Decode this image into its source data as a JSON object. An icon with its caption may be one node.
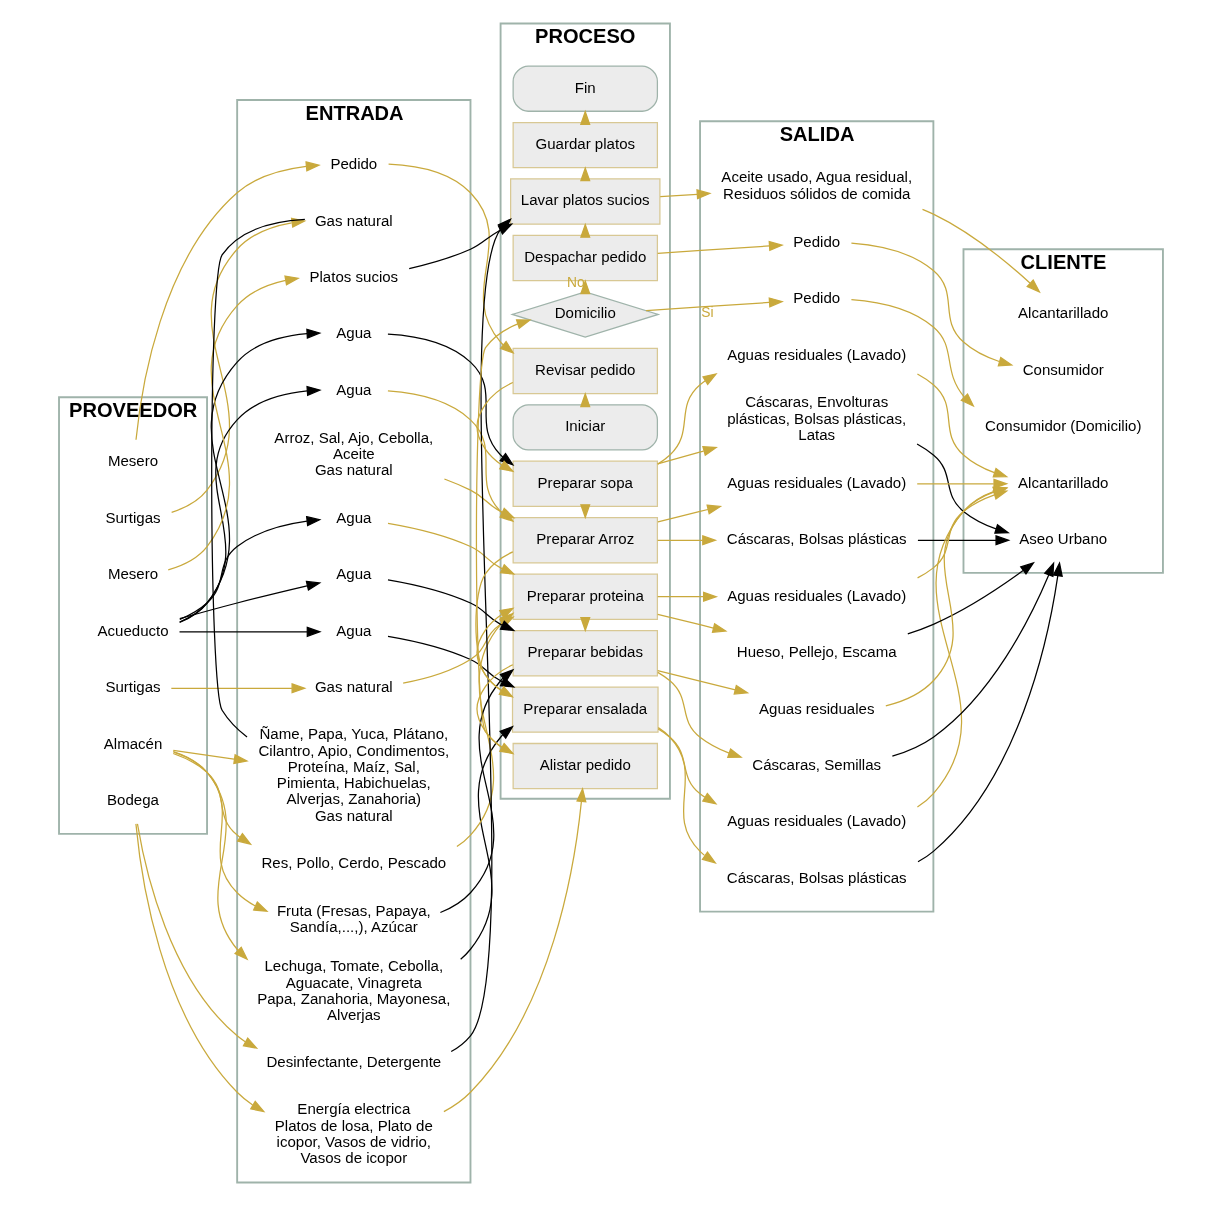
{
  "diagram": {
    "nodes": [
      {
        "text": [
          "PROVEEDOR"
        ]
      },
      {
        "text": [
          "ENTRADA"
        ]
      },
      {
        "text": [
          "PROCESO"
        ]
      },
      {
        "text": [
          "SALIDA"
        ]
      },
      {
        "text": [
          "CLIENTE"
        ]
      },
      {
        "text": [
          "Mesero"
        ],
        "in": 0
      },
      {
        "text": [
          "Surtigas"
        ],
        "in": 0
      },
      {
        "text": [
          "Acueducto"
        ],
        "in": 0
      },
      {
        "text": [
          "Almacén"
        ],
        "in": 0
      },
      {
        "text": [
          "Surtigas"
        ],
        "in": 0
      },
      {
        "text": [
          "Bodega"
        ],
        "in": 0
      },
      {
        "text": [
          "Mesero"
        ],
        "in": 0
      },
      {
        "text": [
          "Pedido"
        ],
        "in": 1
      },
      {
        "text": [
          "Gas natural"
        ],
        "in": 1
      },
      {
        "text": [
          "Agua"
        ],
        "in": 1
      },
      {
        "text": [
          "Ñame, Papa, Yuca, Plátano, Cilantro, Apio, Condimentos, Proteína, Maíz, Sal, Pimienta, Habichuelas, Alverjas, Zanahoria)",
          "Gas natural"
        ],
        "in": 1
      },
      {
        "text": [
          "Agua"
        ],
        "in": 1
      },
      {
        "text": [
          "Arroz, Sal, Ajo, Cebolla, Aceite",
          "Gas natural"
        ],
        "in": 1
      },
      {
        "text": [
          "Agua"
        ],
        "in": 1
      },
      {
        "text": [
          "Lechuga, Tomate, Cebolla, Aguacate, Vinagreta",
          "Papa, Zanahoria, Mayonesa, Alverjas"
        ],
        "in": 1
      },
      {
        "text": [
          "Res, Pollo, Cerdo, Pescado"
        ],
        "in": 1
      },
      {
        "text": [
          "Agua"
        ],
        "in": 1
      },
      {
        "text": [
          "Gas natural"
        ],
        "in": 1
      },
      {
        "text": [
          "Fruta (Fresas, Papaya, Sandía,...,), Azúcar"
        ],
        "in": 1
      },
      {
        "text": [
          "Agua"
        ],
        "in": 1
      },
      {
        "text": [
          "Energía electrica",
          "Platos de losa, Plato de icopor, Vasos de vidrio, Vasos de icopor"
        ],
        "in": 1
      },
      {
        "text": [
          "Desinfectante, Detergente"
        ],
        "in": 1
      },
      {
        "text": [
          "Platos sucios"
        ],
        "in": 1
      },
      {
        "text": [
          "Iniciar"
        ],
        "in": 2
      },
      {
        "text": [
          "Revisar pedido"
        ],
        "in": 2
      },
      {
        "text": [
          "Preparar sopa"
        ],
        "in": 2
      },
      {
        "text": [
          "Preparar Arroz"
        ],
        "in": 2
      },
      {
        "text": [
          "Preparar ensalada"
        ],
        "in": 2
      },
      {
        "text": [
          "Preparar proteina"
        ],
        "in": 2
      },
      {
        "text": [
          "Preparar bebidas"
        ],
        "in": 2
      },
      {
        "text": [
          "Alistar pedido"
        ],
        "in": 2
      },
      {
        "text": [
          "Domicilio"
        ],
        "in": 2
      },
      {
        "text": [
          "Despachar pedido"
        ],
        "in": 2
      },
      {
        "text": [
          "Lavar platos sucios"
        ],
        "in": 2
      },
      {
        "text": [
          "Guardar platos"
        ],
        "in": 2
      },
      {
        "text": [
          "Fin"
        ],
        "in": 2
      },
      {
        "text": [
          "Cáscaras, Envolturas plásticas, Bolsas plásticas, Latas"
        ],
        "in": 3
      },
      {
        "text": [
          "Aguas residuales (Lavado)"
        ],
        "in": 3
      },
      {
        "text": [
          "Cáscaras, Bolsas plásticas"
        ],
        "in": 3
      },
      {
        "text": [
          "Aguas residuales (Lavado)"
        ],
        "in": 3
      },
      {
        "text": [
          "Cáscaras, Bolsas plásticas"
        ],
        "in": 3
      },
      {
        "text": [
          "Aguas residuales (Lavado)"
        ],
        "in": 3
      },
      {
        "text": [
          "Hueso, Pellejo, Escama"
        ],
        "in": 3
      },
      {
        "text": [
          "Aguas residuales (Lavado)"
        ],
        "in": 3
      },
      {
        "text": [
          "Cáscaras, Semillas"
        ],
        "in": 3
      },
      {
        "text": [
          "Aguas residuales"
        ],
        "in": 3
      },
      {
        "text": [
          "Pedido"
        ],
        "in": 3
      },
      {
        "text": [
          "Pedido"
        ],
        "in": 3
      },
      {
        "text": [
          "Aceite usado, Agua residual, Residuos sólidos de comida"
        ],
        "in": 3
      },
      {
        "text": [
          "Aseo Urbano"
        ],
        "in": 4
      },
      {
        "text": [
          "Alcantarillado"
        ],
        "in": 4
      },
      {
        "text": [
          "Consumidor (Domicilio)"
        ],
        "in": 4
      },
      {
        "text": [
          "Consumidor"
        ],
        "in": 4
      },
      {
        "text": [
          "Alcantarillado"
        ],
        "in": 4
      }
    ],
    "edges": [
      {
        "from": 5,
        "to": 12,
        "arrow": "to"
      },
      {
        "from": 6,
        "to": 13,
        "arrow": "to"
      },
      {
        "from": 7,
        "to": 14,
        "arrow": "to",
        "color": "#000000"
      },
      {
        "from": 7,
        "to": 16,
        "arrow": "to",
        "color": "#000000"
      },
      {
        "from": 7,
        "to": 18,
        "arrow": "to",
        "color": "#000000"
      },
      {
        "from": 7,
        "to": 21,
        "arrow": "to",
        "color": "#000000"
      },
      {
        "from": 7,
        "to": 24,
        "arrow": "to",
        "color": "#000000"
      },
      {
        "from": 8,
        "to": 15,
        "arrow": "to"
      },
      {
        "from": 8,
        "to": 19,
        "arrow": "to"
      },
      {
        "from": 8,
        "to": 20,
        "arrow": "to"
      },
      {
        "from": 8,
        "to": 23,
        "arrow": "to"
      },
      {
        "from": 9,
        "to": 22,
        "arrow": "to"
      },
      {
        "from": 10,
        "to": 25,
        "arrow": "to"
      },
      {
        "from": 10,
        "to": 26,
        "arrow": "to"
      },
      {
        "from": 11,
        "to": 27,
        "arrow": "to"
      },
      {
        "from": 12,
        "to": 29,
        "arrow": "to"
      },
      {
        "from": 13,
        "to": 15,
        "arrow": "none",
        "color": "#000000"
      },
      {
        "from": 14,
        "to": 30,
        "arrow": "to",
        "color": "#000000"
      },
      {
        "from": 16,
        "to": 31,
        "arrow": "to"
      },
      {
        "from": 17,
        "to": 31,
        "arrow": "to"
      },
      {
        "from": 18,
        "to": 32,
        "arrow": "to",
        "color": "#000000"
      },
      {
        "from": 19,
        "to": 32,
        "arrow": "to",
        "color": "#000000"
      },
      {
        "from": 20,
        "to": 33,
        "arrow": "to"
      },
      {
        "from": 21,
        "to": 33,
        "arrow": "to"
      },
      {
        "from": 22,
        "to": 33,
        "arrow": "to"
      },
      {
        "from": 23,
        "to": 34,
        "arrow": "to",
        "color": "#000000"
      },
      {
        "from": 24,
        "to": 34,
        "arrow": "to",
        "color": "#000000"
      },
      {
        "from": 25,
        "to": 35,
        "arrow": "to"
      },
      {
        "from": 26,
        "to": 38,
        "arrow": "to",
        "color": "#000000"
      },
      {
        "from": 27,
        "to": 38,
        "arrow": "to",
        "color": "#000000"
      },
      {
        "from": 28,
        "to": 29,
        "arrow": "to"
      },
      {
        "from": 29,
        "to": 30,
        "arrow": "to"
      },
      {
        "from": 30,
        "to": 31,
        "arrow": "to"
      },
      {
        "from": 31,
        "to": 32,
        "arrow": "to"
      },
      {
        "from": 32,
        "to": 33,
        "arrow": "to"
      },
      {
        "from": 33,
        "to": 34,
        "arrow": "to"
      },
      {
        "from": 34,
        "to": 35,
        "arrow": "to"
      },
      {
        "from": 35,
        "to": 36,
        "arrow": "to"
      },
      {
        "from": 36,
        "to": 37,
        "arrow": "to",
        "label": "No"
      },
      {
        "from": 37,
        "to": 38,
        "arrow": "to"
      },
      {
        "from": 38,
        "to": 39,
        "arrow": "to"
      },
      {
        "from": 39,
        "to": 40,
        "arrow": "to"
      },
      {
        "from": 30,
        "to": 41,
        "arrow": "to"
      },
      {
        "from": 30,
        "to": 42,
        "arrow": "to"
      },
      {
        "from": 31,
        "to": 43,
        "arrow": "to"
      },
      {
        "from": 31,
        "to": 44,
        "arrow": "to"
      },
      {
        "from": 32,
        "to": 45,
        "arrow": "to"
      },
      {
        "from": 32,
        "to": 46,
        "arrow": "to"
      },
      {
        "from": 33,
        "to": 47,
        "arrow": "to"
      },
      {
        "from": 33,
        "to": 48,
        "arrow": "to"
      },
      {
        "from": 34,
        "to": 49,
        "arrow": "to"
      },
      {
        "from": 34,
        "to": 50,
        "arrow": "to"
      },
      {
        "from": 36,
        "to": 51,
        "arrow": "to",
        "label": "Si"
      },
      {
        "from": 37,
        "to": 52,
        "arrow": "to"
      },
      {
        "from": 38,
        "to": 53,
        "arrow": "to"
      },
      {
        "from": 41,
        "to": 54,
        "arrow": "to",
        "color": "#000000"
      },
      {
        "from": 43,
        "to": 54,
        "arrow": "to",
        "color": "#000000"
      },
      {
        "from": 45,
        "to": 54,
        "arrow": "to",
        "color": "#000000"
      },
      {
        "from": 47,
        "to": 54,
        "arrow": "to",
        "color": "#000000"
      },
      {
        "from": 49,
        "to": 54,
        "arrow": "to",
        "color": "#000000"
      },
      {
        "from": 42,
        "to": 55,
        "arrow": "to"
      },
      {
        "from": 44,
        "to": 55,
        "arrow": "to"
      },
      {
        "from": 46,
        "to": 55,
        "arrow": "to"
      },
      {
        "from": 48,
        "to": 55,
        "arrow": "to"
      },
      {
        "from": 50,
        "to": 55,
        "arrow": "to"
      },
      {
        "from": 51,
        "to": 56,
        "arrow": "to"
      },
      {
        "from": 52,
        "to": 57,
        "arrow": "to"
      },
      {
        "from": 53,
        "to": 58,
        "arrow": "to"
      }
    ]
  }
}
